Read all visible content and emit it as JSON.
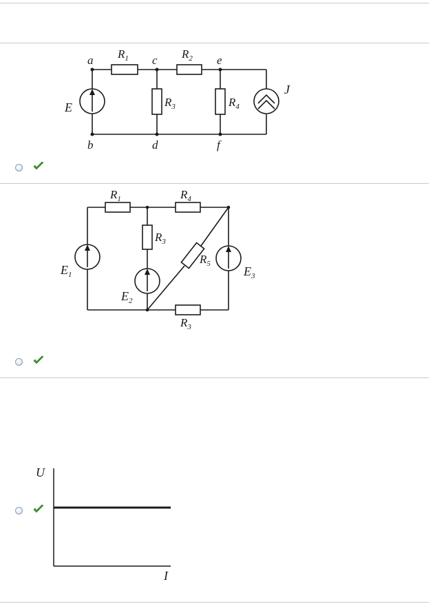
{
  "questions": [
    {
      "labels": {
        "node_a": "a",
        "node_b": "b",
        "node_c": "c",
        "node_d": "d",
        "node_e": "e",
        "node_f": "f",
        "E": "E",
        "J": "J",
        "R1": "R",
        "R1_sub": "1",
        "R2": "R",
        "R2_sub": "2",
        "R3": "R",
        "R3_sub": "3",
        "R4": "R",
        "R4_sub": "4"
      },
      "answer_mark": "correct-checkmark"
    },
    {
      "labels": {
        "R1": "R",
        "R1_sub": "1",
        "R4": "R",
        "R4_sub": "4",
        "R3a": "R",
        "R3a_sub": "3",
        "R5": "R",
        "R5_sub": "5",
        "R3b": "R",
        "R3b_sub": "3",
        "E1": "E",
        "E1_sub": "1",
        "E2": "E",
        "E2_sub": "2",
        "E3": "E",
        "E3_sub": "3"
      },
      "answer_mark": "correct-checkmark"
    },
    {
      "labels": {
        "U_axis": "U",
        "I_axis": "I"
      },
      "answer_mark": "correct-checkmark"
    }
  ],
  "colors": {
    "check": "#3f9a2b",
    "divider": "#c9c9c9",
    "ink": "#1a1a1a"
  }
}
